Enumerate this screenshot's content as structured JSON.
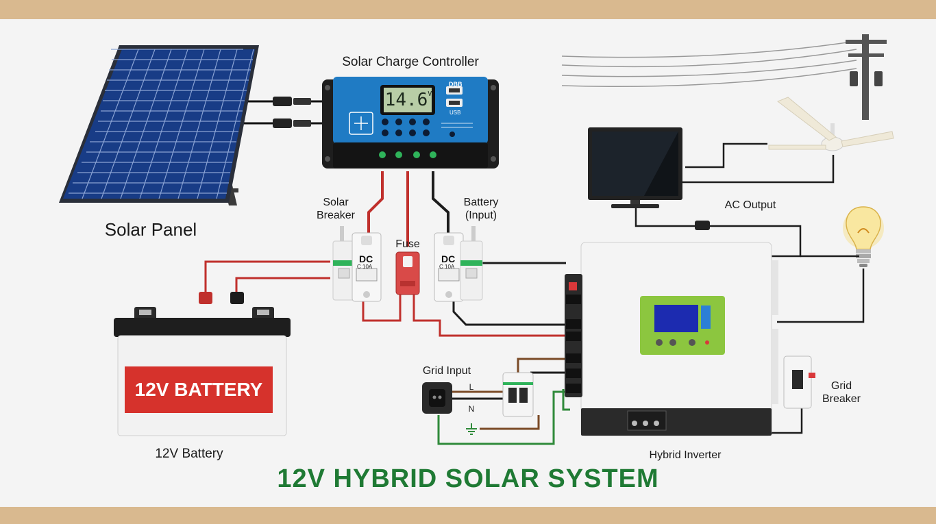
{
  "title": "12V HYBRID SOLAR SYSTEM",
  "labels": {
    "solar_panel": "Solar Panel",
    "charge_controller": "Solar Charge Controller",
    "solar_breaker": "Solar\nBreaker",
    "battery_input": "Battery\n(Input)",
    "fuse": "Fuse",
    "ac_output": "AC Output",
    "battery": "12V Battery",
    "grid_input": "Grid Input",
    "hybrid_inverter": "Hybrid Inverter",
    "grid_breaker": "Grid\nBreaker"
  },
  "battery_banner": "12V BATTERY",
  "controller": {
    "display_value": "14.6",
    "display_unit": "V",
    "usb_label": "DBB",
    "usb_sub": "USB"
  },
  "breaker": {
    "type": "DC",
    "rating": "C 10A"
  },
  "grid_terminals": {
    "line": "L",
    "neutral": "N"
  },
  "colors": {
    "positive_wire": "#c0302c",
    "negative_wire": "#1c1c1c",
    "ground_wire": "#2f8a3a",
    "ac_line_wire": "#7a4a26",
    "title_green": "#1f7a34",
    "controller_blue": "#1f7bc4",
    "inverter_lcd_green": "#8cc63f"
  }
}
